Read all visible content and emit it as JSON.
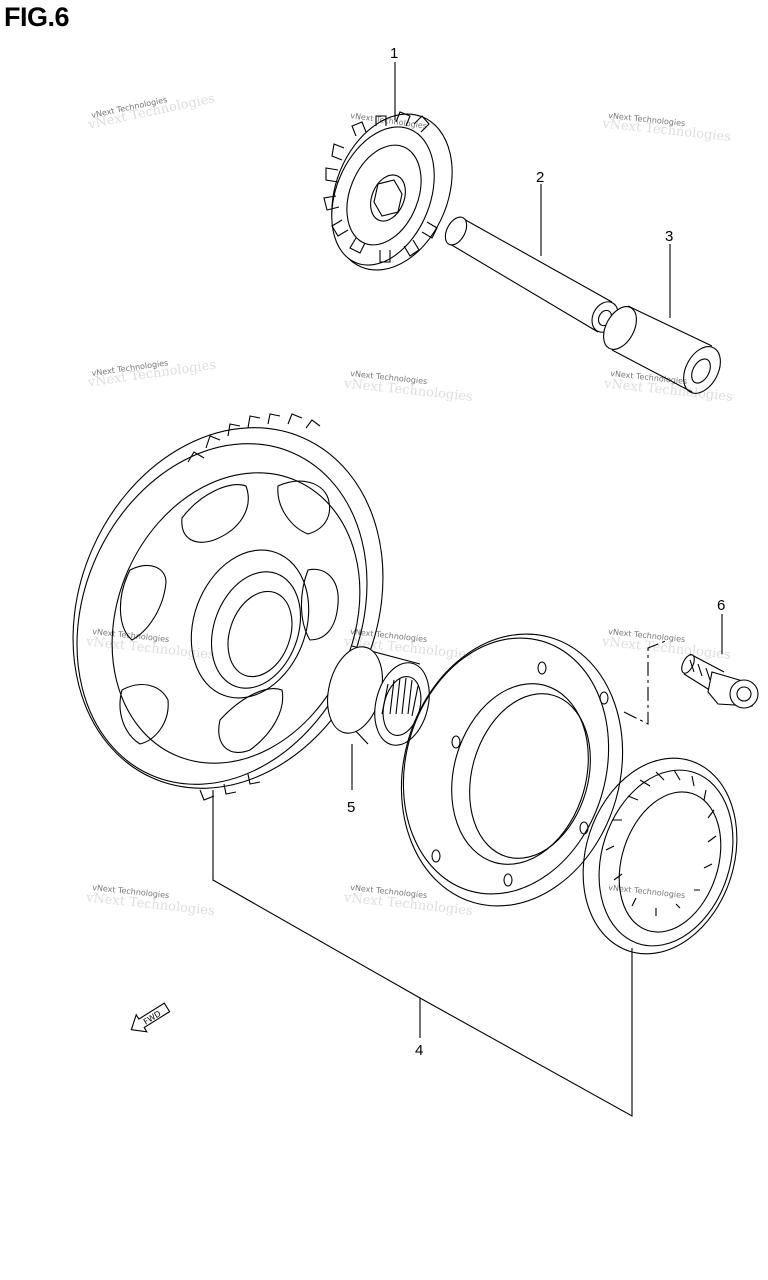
{
  "figure": {
    "title": "FIG.6"
  },
  "watermark": {
    "text": "vNext Technologies"
  },
  "callouts": [
    {
      "id": "1",
      "label": "1"
    },
    {
      "id": "2",
      "label": "2"
    },
    {
      "id": "3",
      "label": "3"
    },
    {
      "id": "4",
      "label": "4"
    },
    {
      "id": "5",
      "label": "5"
    },
    {
      "id": "6",
      "label": "6"
    }
  ],
  "direction_arrow": {
    "label": "FWD"
  }
}
